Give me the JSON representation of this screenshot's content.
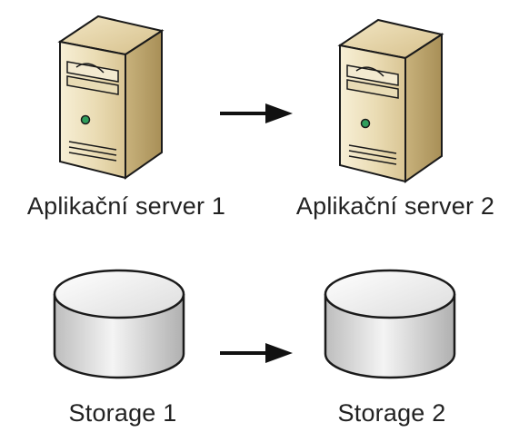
{
  "nodes": {
    "server_1": {
      "label": "Aplikační server 1",
      "icon": "server-tower-icon"
    },
    "server_2": {
      "label": "Aplikační server 2",
      "icon": "server-tower-icon"
    },
    "storage_1": {
      "label": "Storage 1",
      "icon": "database-cylinder-icon"
    },
    "storage_2": {
      "label": "Storage 2",
      "icon": "database-cylinder-icon"
    }
  },
  "connectors": [
    {
      "from": "server_1",
      "to": "server_2",
      "icon": "arrow-right-icon"
    },
    {
      "from": "storage_1",
      "to": "storage_2",
      "icon": "arrow-right-icon"
    }
  ],
  "colors": {
    "server_body": "#e3d2a6",
    "server_outline": "#1a1a1a",
    "server_led": "#2f9e5c",
    "disk_body": "#d8d8d8",
    "disk_outline": "#1a1a1a",
    "arrow": "#111111",
    "text": "#222222"
  }
}
